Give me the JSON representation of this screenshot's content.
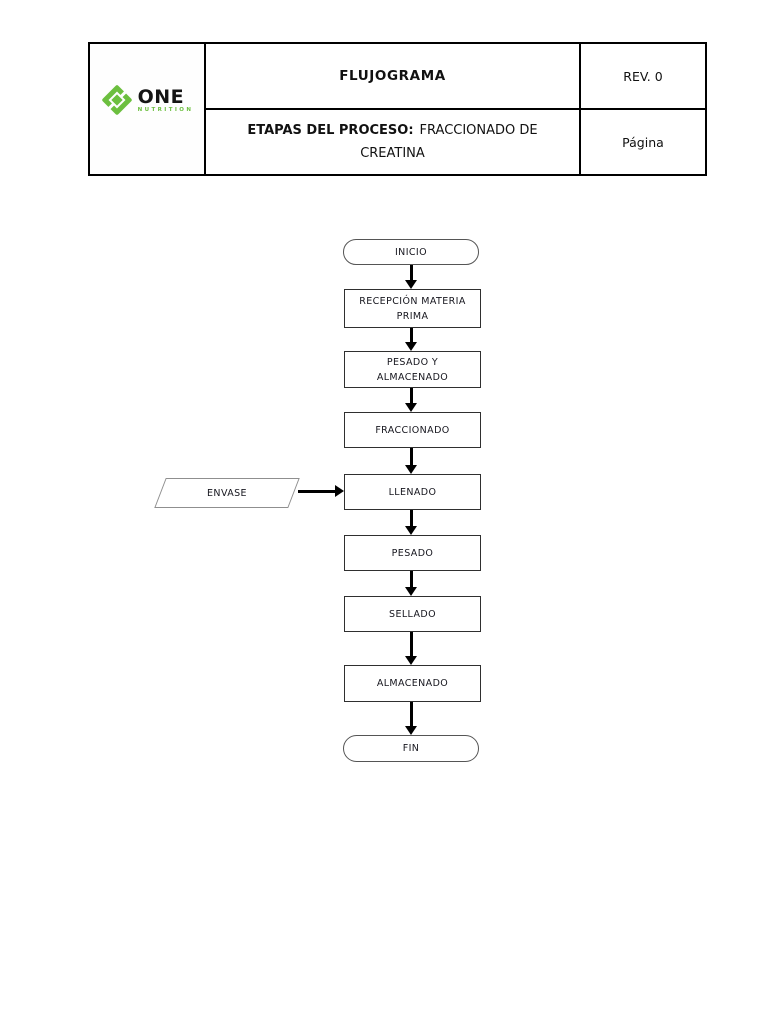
{
  "header": {
    "logo": {
      "brand": "ONE",
      "sub_brand": "NUTRITION",
      "brand_green": "#6cbf3f"
    },
    "title": "FLUJOGRAMA",
    "revision": "REV. 0",
    "process_label": "ETAPAS DEL PROCESO:",
    "process_value_line1": "FRACCIONADO DE",
    "process_value_line2": "CREATINA",
    "page_label": "Página"
  },
  "flowchart": {
    "nodes": [
      {
        "id": "inicio",
        "type": "terminator",
        "label": "INICIO"
      },
      {
        "id": "recepcion",
        "type": "process",
        "label": "RECEPCIÓN MATERIA\nPRIMA"
      },
      {
        "id": "pesado-almacenado",
        "type": "process",
        "label": "PESADO Y\nALMACENADO"
      },
      {
        "id": "fraccionado",
        "type": "process",
        "label": "FRACCIONADO"
      },
      {
        "id": "llenado",
        "type": "process",
        "label": "LLENADO"
      },
      {
        "id": "pesado",
        "type": "process",
        "label": "PESADO"
      },
      {
        "id": "sellado",
        "type": "process",
        "label": "SELLADO"
      },
      {
        "id": "almacenado",
        "type": "process",
        "label": "ALMACENADO"
      },
      {
        "id": "fin",
        "type": "terminator",
        "label": "FIN"
      }
    ],
    "input_shape": {
      "id": "envase",
      "type": "io-parallelogram",
      "label": "ENVASE",
      "feeds_into": "llenado"
    },
    "colors": {
      "arrow": "#000000",
      "process_border": "#2f2f2f",
      "io_border": "#8f8f8f"
    }
  }
}
